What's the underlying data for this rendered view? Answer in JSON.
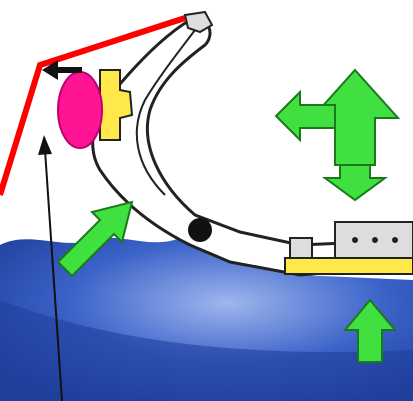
{
  "diagram": {
    "colors": {
      "background": "#ffffff",
      "water_dark": "#1f3f9c",
      "water_mid": "#3a62c8",
      "water_light": "#9fb6ee",
      "red_line": "#ff0000",
      "green_arrow": "#3fe03f",
      "green_outline": "#1a7a1a",
      "magenta_pad": "#ff1493",
      "yellow_part": "#ffe84a",
      "outline": "#222222",
      "black_ball": "#111111"
    },
    "icons": [
      "red-outline-path",
      "magenta-pad",
      "yellow-bracket",
      "green-up-arrow",
      "green-left-arrow",
      "green-down-arrow",
      "green-diagonal-arrow",
      "green-bottom-up-arrow",
      "black-leader-arrow",
      "black-short-arrow",
      "water-body",
      "hinge-mechanism",
      "slide-plate"
    ]
  }
}
